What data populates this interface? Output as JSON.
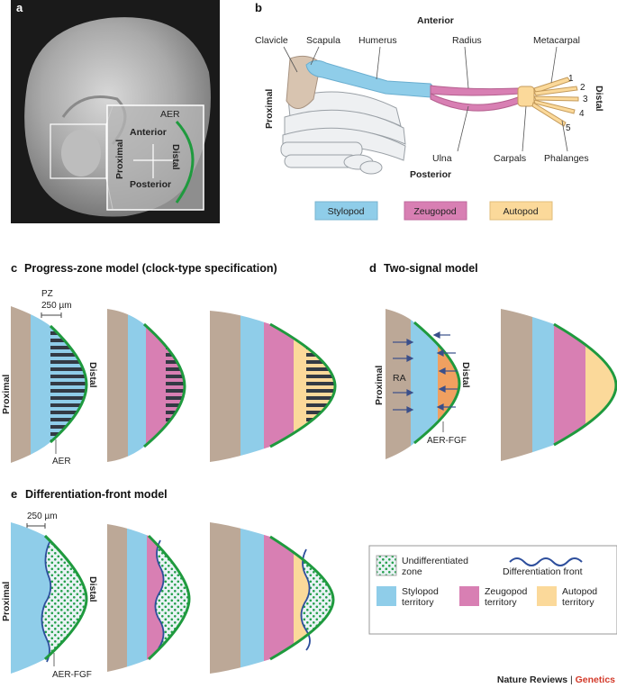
{
  "panels": {
    "a": {
      "letter": "a",
      "aer": "AER",
      "anterior": "Anterior",
      "posterior": "Posterior",
      "proximal": "Proximal",
      "distal": "Distal"
    },
    "b": {
      "letter": "b",
      "anterior": "Anterior",
      "posterior": "Posterior",
      "proximal": "Proximal",
      "distal": "Distal",
      "bones": {
        "clavicle": "Clavicle",
        "scapula": "Scapula",
        "humerus": "Humerus",
        "radius": "Radius",
        "metacarpal": "Metacarpal",
        "ulna": "Ulna",
        "carpals": "Carpals",
        "phalanges": "Phalanges"
      },
      "digits": [
        "1",
        "2",
        "3",
        "4",
        "5"
      ],
      "legend": {
        "stylopod": "Stylopod",
        "zeugopod": "Zeugopod",
        "autopod": "Autopod"
      }
    },
    "c": {
      "letter": "c",
      "title": "Progress-zone model (clock-type specification)",
      "pz": "PZ",
      "scale": "250 µm",
      "proximal": "Proximal",
      "distal": "Distal",
      "aer": "AER"
    },
    "d": {
      "letter": "d",
      "title": "Two-signal model",
      "proximal": "Proximal",
      "distal": "Distal",
      "ra": "RA",
      "aer_fgf": "AER-FGF"
    },
    "e": {
      "letter": "e",
      "title": "Differentiation-front model",
      "scale": "250 µm",
      "proximal": "Proximal",
      "distal": "Distal",
      "aer_fgf": "AER-FGF",
      "legend": {
        "undiff_line1": "Undifferentiated",
        "undiff_line2": "zone",
        "front": "Differentiation front",
        "stylo_line1": "Stylopod",
        "stylo_line2": "territory",
        "zeugo_line1": "Zeugopod",
        "zeugo_line2": "territory",
        "auto_line1": "Autopod",
        "auto_line2": "territory"
      }
    }
  },
  "credit": {
    "journal": "Nature Reviews",
    "separator": " | ",
    "section": "Genetics"
  },
  "colors": {
    "stylopod": "#8fcde9",
    "zeugopod": "#d87fb3",
    "autopod": "#fbd99a",
    "mesenchyme": "#bca897",
    "aer": "#1f9a3e",
    "fgf": "#f0a060",
    "front": "#2d4e9c",
    "section": "#d33a2a"
  }
}
